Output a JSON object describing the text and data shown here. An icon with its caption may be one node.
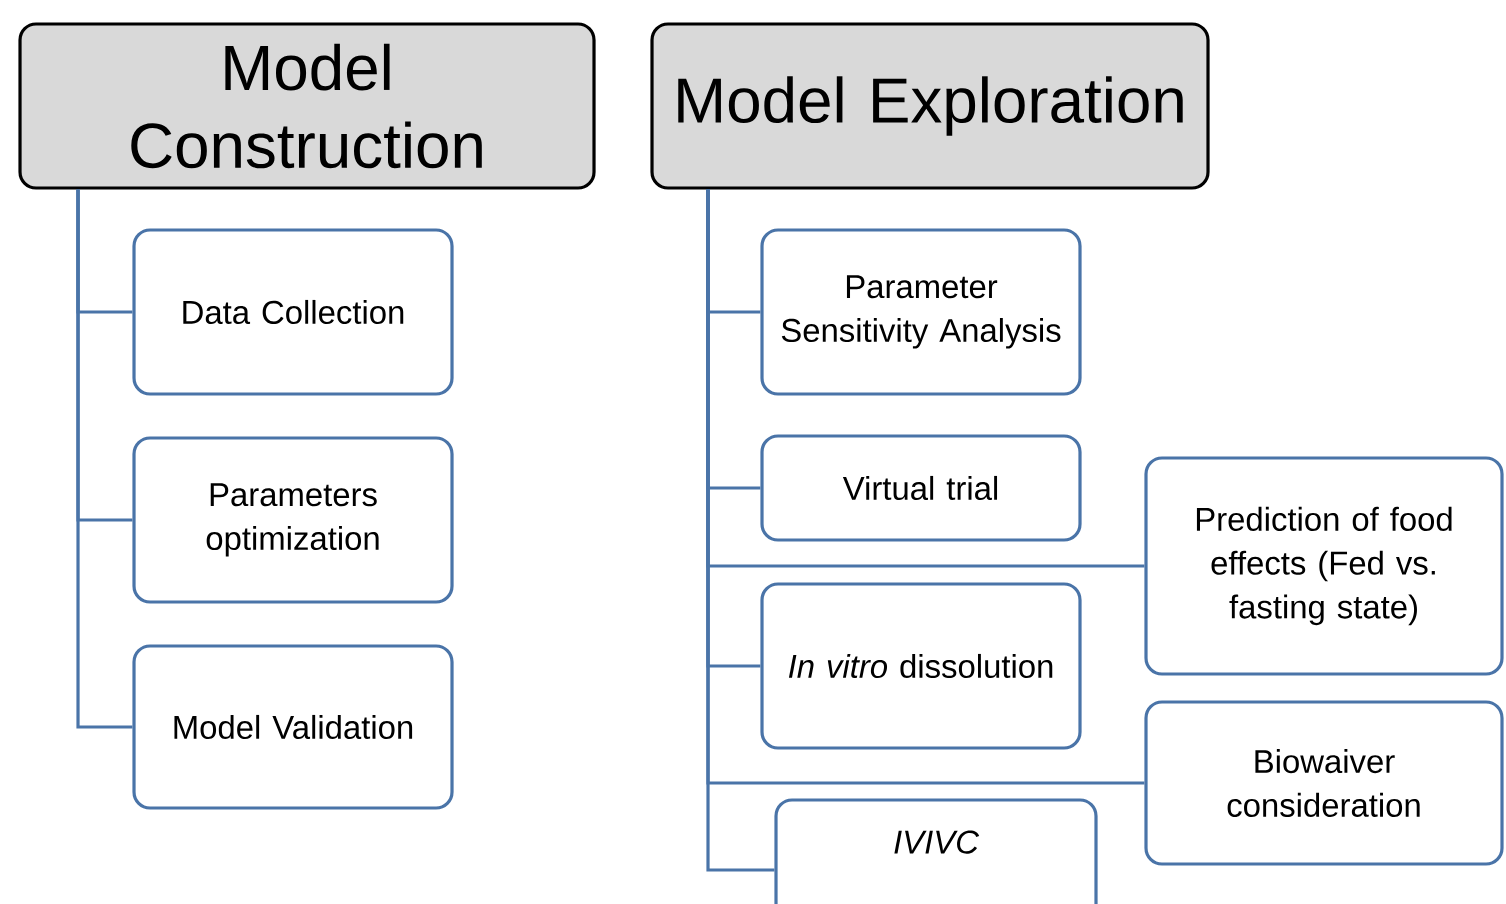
{
  "diagram": {
    "nodes": [
      {
        "text": [
          "Model Construction"
        ]
      },
      {
        "text": [
          "Data Collection"
        ]
      },
      {
        "text": [
          "Parameters optimization"
        ]
      },
      {
        "text": [
          "Model Validation"
        ]
      },
      {
        "text": [
          "Model Exploration"
        ]
      },
      {
        "text": [
          "Parameter Sensitivity Analysis"
        ]
      },
      {
        "text": [
          "Virtual trial"
        ]
      },
      {
        "text": [
          "Prediction of food effects (Fed vs. fasting state)"
        ]
      },
      {
        "text": [
          "*In vitro* dissolution"
        ]
      },
      {
        "text": [
          "Biowaiver consideration"
        ]
      },
      {
        "text": [
          "IVIVC"
        ]
      }
    ],
    "edges": [
      {
        "from": 0,
        "to": 1,
        "arrow": "none"
      },
      {
        "from": 0,
        "to": 2,
        "arrow": "none"
      },
      {
        "from": 0,
        "to": 3,
        "arrow": "none"
      },
      {
        "from": 4,
        "to": 5,
        "arrow": "none"
      },
      {
        "from": 4,
        "to": 6,
        "arrow": "none"
      },
      {
        "from": 4,
        "to": 7,
        "arrow": "none"
      },
      {
        "from": 4,
        "to": 8,
        "arrow": "none"
      },
      {
        "from": 4,
        "to": 9,
        "arrow": "none"
      },
      {
        "from": 4,
        "to": 10,
        "arrow": "none"
      }
    ]
  }
}
